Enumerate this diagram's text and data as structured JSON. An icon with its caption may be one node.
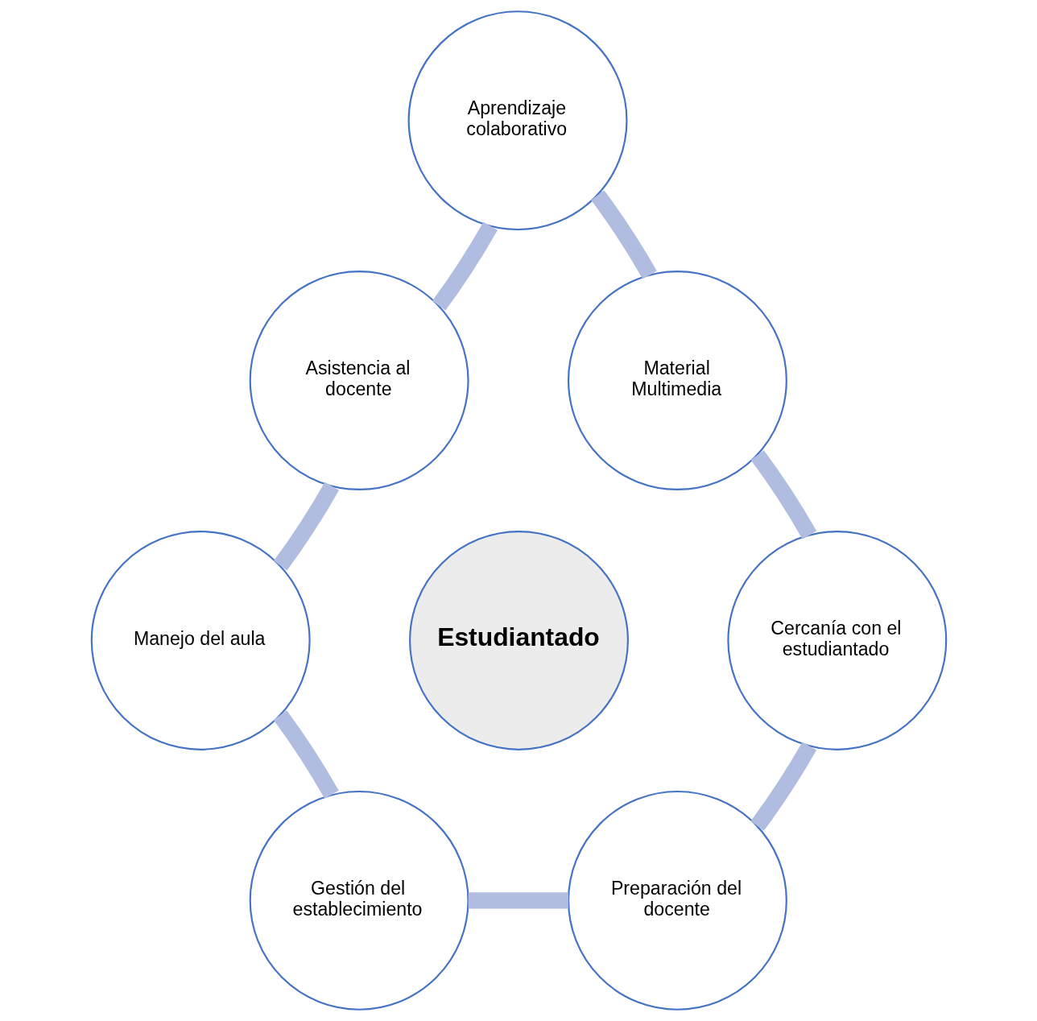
{
  "diagram": {
    "nodes": [
      {
        "text": [
          "Aprendizaje colaborativo"
        ]
      },
      {
        "text": [
          "Asistencia al docente"
        ]
      },
      {
        "text": [
          "Material Multimedia"
        ]
      },
      {
        "text": [
          "Estudiantado"
        ]
      },
      {
        "text": [
          "Manejo del aula"
        ]
      },
      {
        "text": [
          "Cercanía con el estudiantado"
        ]
      },
      {
        "text": [
          "Gestión del establecimiento"
        ]
      },
      {
        "text": [
          "Preparación del docente"
        ]
      }
    ],
    "edges": [
      {
        "from": 0,
        "to": 2,
        "arrow": "none"
      },
      {
        "from": 2,
        "to": 5,
        "arrow": "none"
      },
      {
        "from": 5,
        "to": 7,
        "arrow": "none"
      },
      {
        "from": 7,
        "to": 6,
        "arrow": "none"
      },
      {
        "from": 6,
        "to": 4,
        "arrow": "none"
      },
      {
        "from": 4,
        "to": 1,
        "arrow": "none"
      },
      {
        "from": 1,
        "to": 0,
        "arrow": "none"
      }
    ]
  }
}
